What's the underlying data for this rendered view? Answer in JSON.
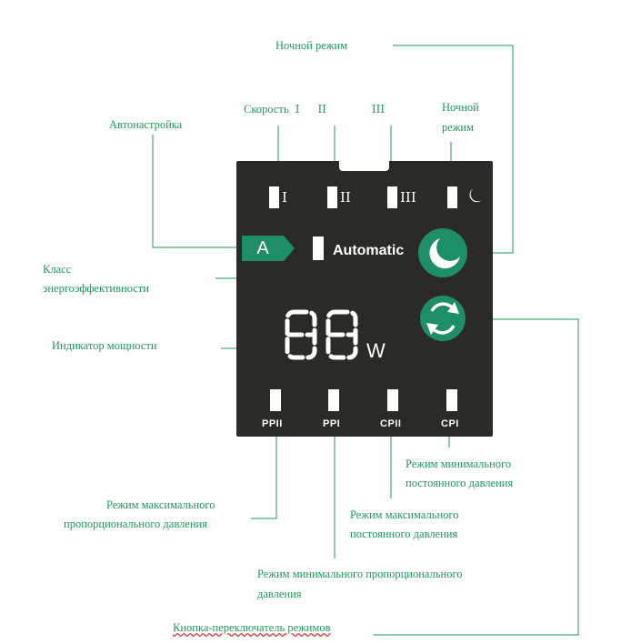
{
  "labels": {
    "night_mode_top": "Ночной режим",
    "speed": "Скорость",
    "night_mode_side_1": "Ночной",
    "night_mode_side_2": "режим",
    "autotune": "Автонастройка",
    "energy_class_1": "Класс",
    "energy_class_2": "энергоэффективности",
    "power_indicator": "Индикатор мощности",
    "min_const_1": "Режим минимального",
    "min_const_2": "постоянного давления",
    "max_prop_1": "Режим максимального",
    "max_prop_2": "пропорционального давления",
    "max_const_1": "Режим максимального",
    "max_const_2": "постоянного давления",
    "min_prop_1": "Режим минимального пропорционального",
    "min_prop_2": "давления",
    "mode_button": "Кнопка-переключатель режимов"
  },
  "panel": {
    "speed_marks": [
      "I",
      "II",
      "III"
    ],
    "energy_class": "A",
    "automatic": "Automatic",
    "power_digits": "88",
    "power_unit": "W",
    "modes": [
      "PPII",
      "PPI",
      "CPII",
      "CPI"
    ]
  },
  "colors": {
    "label_green": "#1f9a5a",
    "icon_green": "#1d8e65",
    "panel": "#2b2a27"
  }
}
